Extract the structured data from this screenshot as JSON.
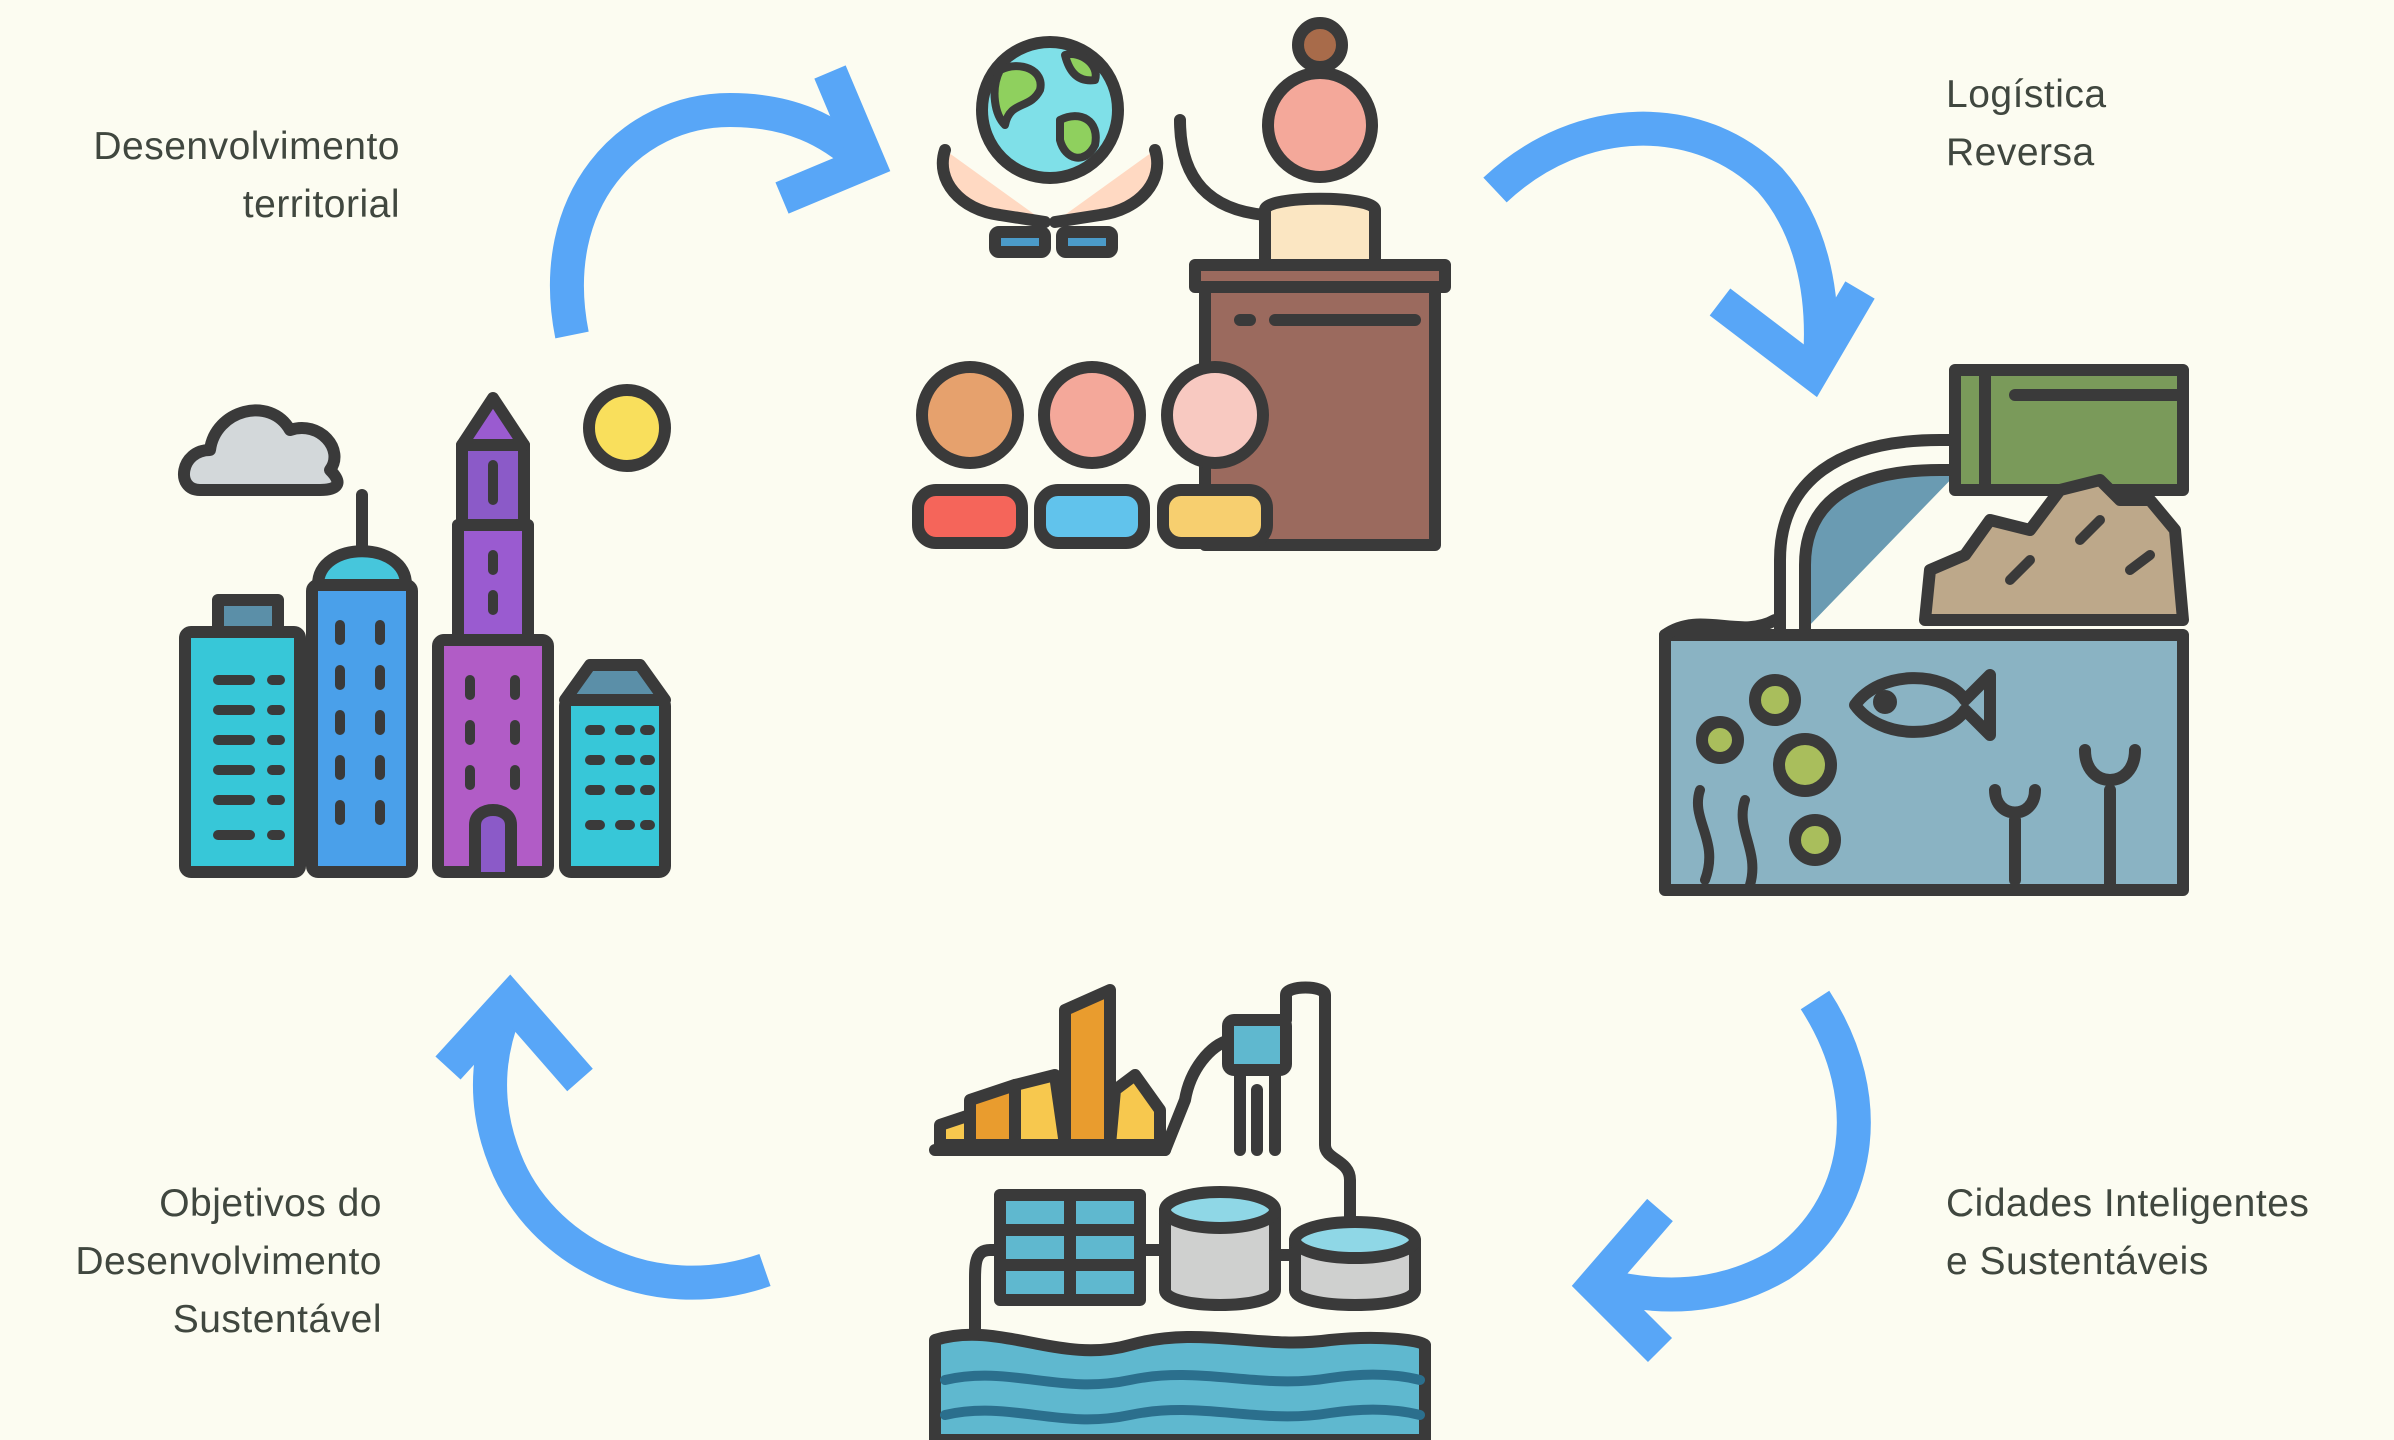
{
  "labels": {
    "desenvolvimento_territorial": [
      "Desenvolvimento",
      "territorial"
    ],
    "logistica_reversa": [
      "Logística",
      "Reversa"
    ],
    "cidades_inteligentes": [
      "Cidades Inteligentes",
      "e Sustentáveis"
    ],
    "objetivos_ods": [
      "Objetivos do",
      "Desenvolvimento",
      "Sustentável"
    ]
  },
  "colors": {
    "background": "#fcfcf1",
    "arrow": "#58a6f7",
    "outline": "#3a3a3a",
    "text": "#40473f"
  },
  "icons": [
    "city-icon",
    "education-sustainability-icon",
    "pollution-water-icon",
    "industrial-plant-icon"
  ]
}
